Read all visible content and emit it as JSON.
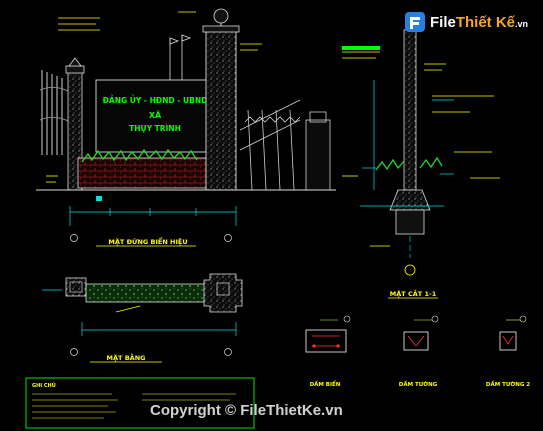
{
  "sign": {
    "line1": "ĐẢNG ỦY - HĐND - UBND",
    "line2": "XÃ",
    "line3": "THỤY TRÌNH"
  },
  "titles": {
    "elevation": "MẶT ĐỨNG BIỂN HIỆU",
    "plan": "MẶT BẰNG",
    "section": "MẶT CẮT 1-1",
    "detail_a": "DẦM BIỂN",
    "detail_b": "DẦM TƯỜNG",
    "detail_c": "DẦM TƯỜNG 2"
  },
  "notes_title": "GHI CHÚ",
  "watermark": {
    "logo_main": "File",
    "logo_accent": "Thiết Kế",
    "logo_suffix": ".vn",
    "copyright": "Copyright © FileThietKe.vn"
  },
  "colors": {
    "background": "#000000",
    "dimension": "#00e0e0",
    "text": "#ffff00",
    "sign": "#00ff00",
    "outline": "#ffffff",
    "leader": "#ff3030",
    "hatch": "#a0a0a0"
  }
}
